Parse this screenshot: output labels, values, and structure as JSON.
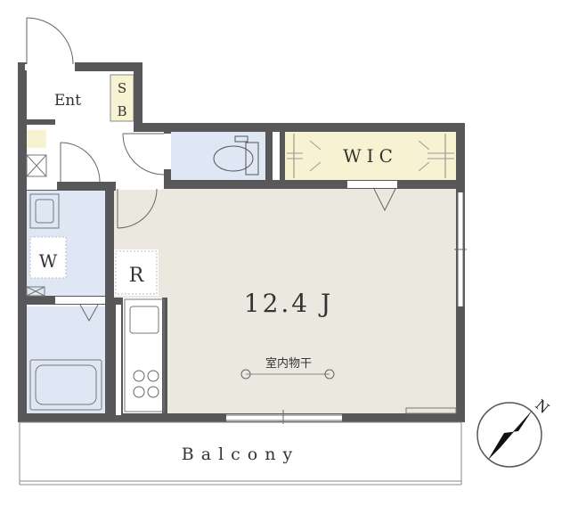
{
  "plan": {
    "rooms": {
      "entrance": "Ent",
      "shoe_box": "SB",
      "walk_in_closet": "WIC",
      "washer": "W",
      "refrigerator": "R",
      "main_room_size": "12.4 J",
      "indoor_drying": "室内物干",
      "balcony": "Balcony"
    },
    "compass": {
      "north_label": "N"
    },
    "colors": {
      "wall": "#58585a",
      "main_room": "#ebe8df",
      "wet_area": "#dfe7f4",
      "storage": "#f7f2d2",
      "floor": "#ffffff",
      "line": "#555555"
    }
  }
}
